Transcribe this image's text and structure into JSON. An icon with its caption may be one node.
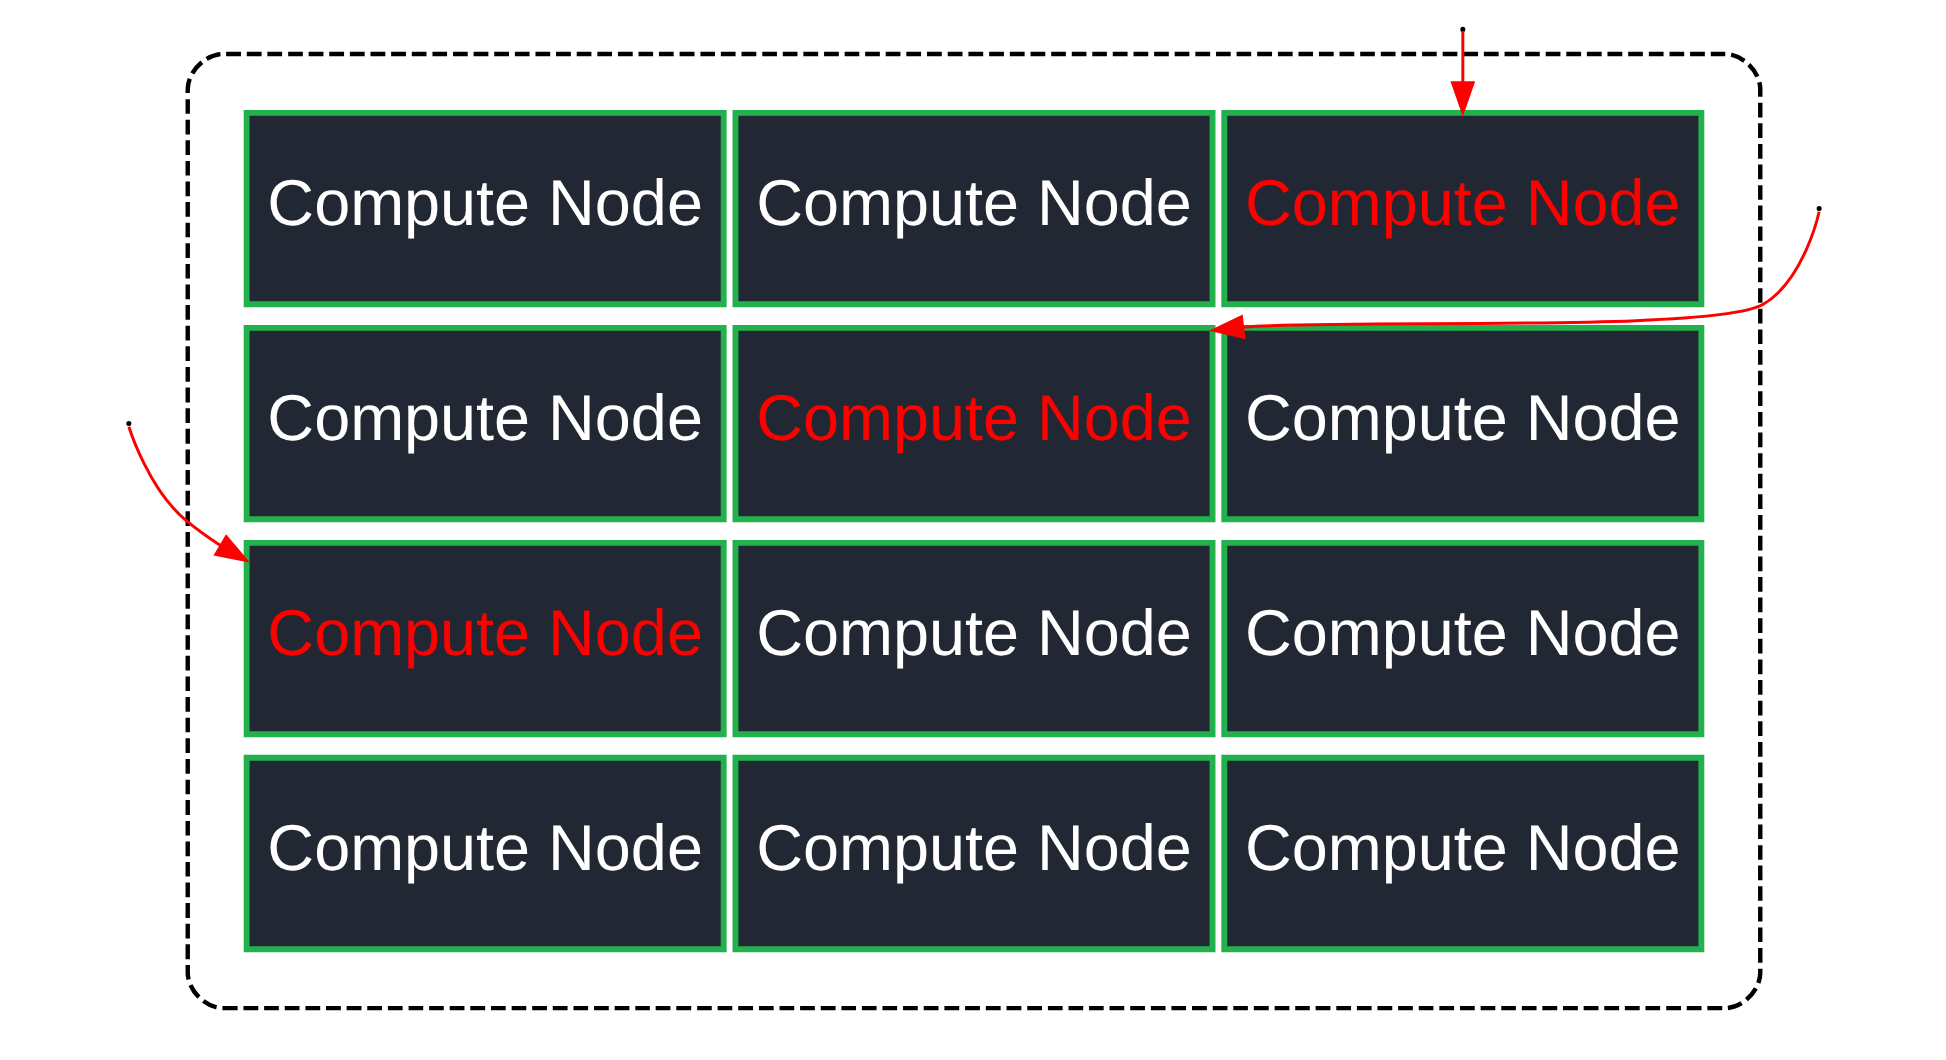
{
  "diagram": {
    "nodes": [
      {
        "text": [],
        "shape": "box"
      },
      {
        "text": [
          "Compute Node"
        ],
        "in": 0
      },
      {
        "text": [
          "Compute Node"
        ],
        "in": 0
      },
      {
        "text": [
          "Compute Node"
        ],
        "in": 0
      },
      {
        "text": [
          "Compute Node"
        ],
        "in": 0
      },
      {
        "text": [
          "Compute Node"
        ],
        "in": 0
      },
      {
        "text": [
          "Compute Node"
        ],
        "in": 0
      },
      {
        "text": [
          "Compute Node"
        ],
        "in": 0
      },
      {
        "text": [
          "Compute Node"
        ],
        "in": 0
      },
      {
        "text": [
          "Compute Node"
        ],
        "in": 0
      },
      {
        "text": [
          "Compute Node"
        ],
        "in": 0
      },
      {
        "text": [
          "Compute Node"
        ],
        "in": 0
      },
      {
        "text": [
          "Compute Node"
        ],
        "in": 0
      }
    ],
    "edges": [
      {
        "from": null,
        "to": 3,
        "arrow": "to",
        "color": "#ff0000"
      },
      {
        "from": null,
        "to": 5,
        "arrow": "to",
        "color": "#ff0000"
      },
      {
        "from": null,
        "to": 7,
        "arrow": "to",
        "color": "#ff0000"
      }
    ]
  }
}
